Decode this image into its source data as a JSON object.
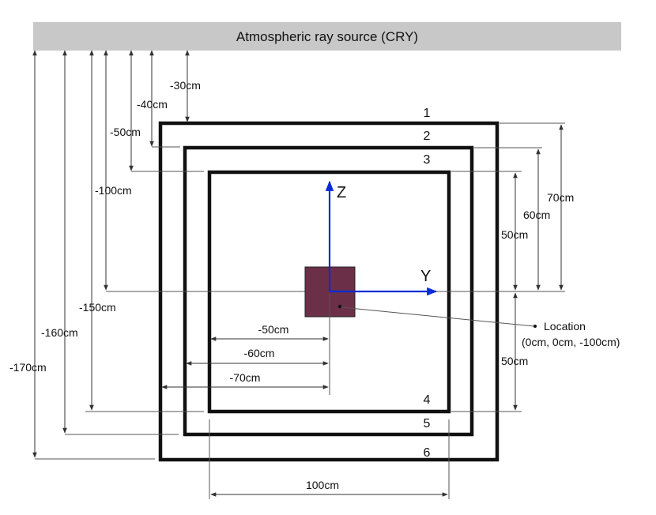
{
  "source": {
    "label": "Atmospheric ray source (CRY)"
  },
  "frame_numbers": [
    "1",
    "2",
    "3",
    "4",
    "5",
    "6"
  ],
  "vertical_distances_from_source": [
    "-30cm",
    "-40cm",
    "-50cm",
    "-100cm",
    "-150cm",
    "-160cm",
    "-170cm"
  ],
  "right_heights": [
    "70cm",
    "60cm",
    "50cm",
    "50cm"
  ],
  "horizontal_offsets": [
    "-50cm",
    "-60cm",
    "-70cm"
  ],
  "bottom_width": "100cm",
  "axes": {
    "z_label": "Z",
    "y_label": "Y"
  },
  "location": {
    "title": "Location",
    "coords": "(0cm, 0cm, -100cm)"
  },
  "colors": {
    "axis": "#0a2bd6",
    "target": "#6b2f47",
    "source_bar": "#c8c8c8",
    "frame": "#111111"
  }
}
